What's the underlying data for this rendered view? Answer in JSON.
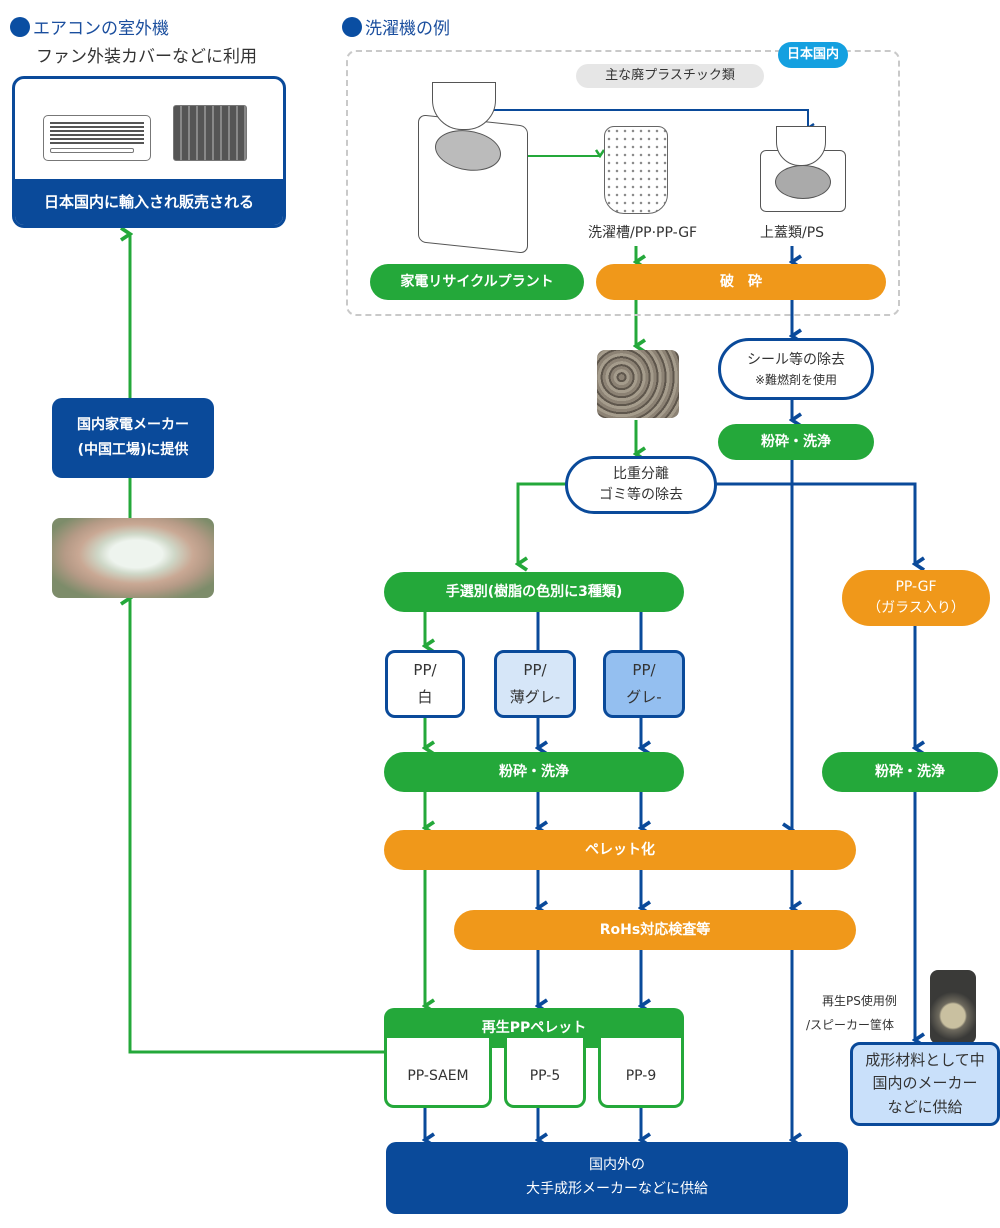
{
  "left_section": {
    "title": "エアコンの室外機",
    "subtitle": "ファン外装カバーなどに利用",
    "image_caption": "日本国内に輸入され販売される",
    "provider_box": [
      "国内家電メーカー",
      "(中国工場)に提供"
    ]
  },
  "right_section": {
    "title": "洗濯機の例",
    "domestic_badge": "日本国内",
    "waste_label": "主な廃プラスチック類",
    "tub_label": "洗濯槽/PP·PP-GF",
    "lid_label": "上蓋類/PS",
    "plant_label": "家電リサイクルプラント",
    "crush_label": "破　砕"
  },
  "flow": {
    "seal_removal": [
      "シール等の除去",
      "※難燃剤を使用"
    ],
    "grind_wash": "粉砕・洗浄",
    "gravity_sep": [
      "比重分離",
      "ゴミ等の除去"
    ],
    "hand_sort": "手選別(樹脂の色別に3種類)",
    "pp_gf": [
      "PP-GF",
      "（ガラス入り）"
    ],
    "sort_boxes": [
      {
        "line1": "PP/",
        "line2": "白"
      },
      {
        "line1": "PP/",
        "line2": "薄グレ-"
      },
      {
        "line1": "PP/",
        "line2": "グレ-"
      }
    ],
    "grind_wash_2": "粉砕・洗浄",
    "grind_wash_3": "粉砕・洗浄",
    "pelletize": "ペレット化",
    "rohs": "RoHs対応検査等",
    "recycled_pp": "再生PPペレット",
    "grades": [
      "PP-SAEM",
      "PP-5",
      "PP-9"
    ],
    "ps_example": [
      "再生PS使用例",
      "/スピーカー筐体"
    ],
    "china_supply": [
      "成形材料として中",
      "国内のメーカー",
      "などに供給"
    ],
    "final_supply": [
      "国内外の",
      "大手成形メーカーなどに供給"
    ]
  },
  "colors": {
    "green": "#24a83a",
    "orange": "#f0981a",
    "navy": "#0a4a9a",
    "light_blue": "#d6e6f8",
    "mid_blue": "#94bff0",
    "cyan_badge": "#14a0e0"
  }
}
